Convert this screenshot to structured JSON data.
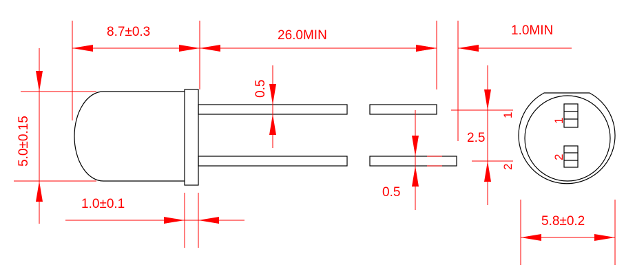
{
  "dimensions": {
    "body_length": "8.7±0.3",
    "lead_length": "26.0MIN",
    "lead_end": "1.0MIN",
    "lead_width": "0.5",
    "lead_spacing": "2.5",
    "lead_thickness": "0.5",
    "body_diameter": "5.0±0.15",
    "flange_thickness": "1.0±0.1",
    "flange_diameter": "5.8±0.2"
  },
  "pins": {
    "pin1": "1",
    "pin2": "2"
  },
  "colors": {
    "outline": "#000000",
    "dimension": "#ff0000"
  }
}
